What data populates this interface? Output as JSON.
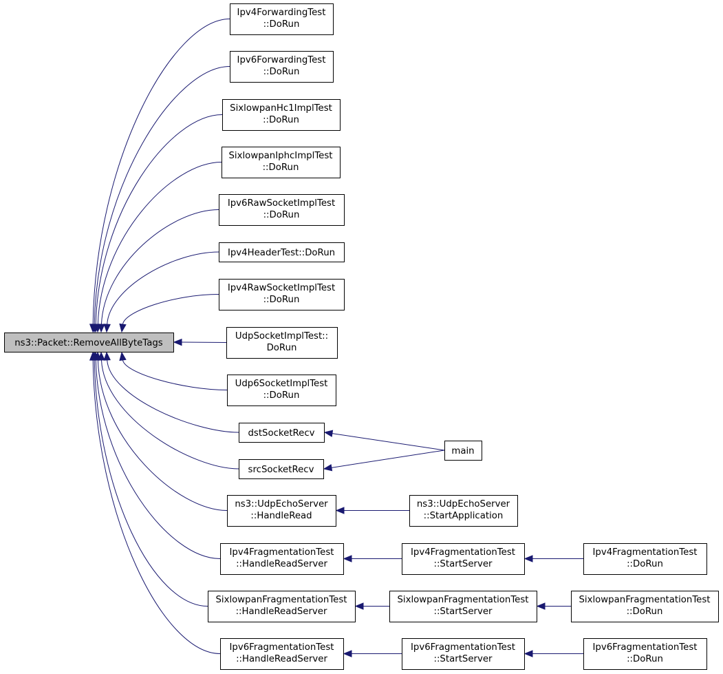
{
  "graph": {
    "nodes": [
      {
        "id": "focus",
        "lines": [
          "ns3::Packet::RemoveAllByteTags"
        ],
        "focus": true
      },
      {
        "id": "ipv4fwd",
        "lines": [
          "Ipv4ForwardingTest",
          "::DoRun"
        ]
      },
      {
        "id": "ipv6fwd",
        "lines": [
          "Ipv6ForwardingTest",
          "::DoRun"
        ]
      },
      {
        "id": "sixhc1",
        "lines": [
          "SixlowpanHc1ImplTest",
          "::DoRun"
        ]
      },
      {
        "id": "sixiphc",
        "lines": [
          "SixlowpanIphcImplTest",
          "::DoRun"
        ]
      },
      {
        "id": "ipv6raw",
        "lines": [
          "Ipv6RawSocketImplTest",
          "::DoRun"
        ]
      },
      {
        "id": "ipv4hdr",
        "lines": [
          "Ipv4HeaderTest::DoRun"
        ]
      },
      {
        "id": "ipv4raw",
        "lines": [
          "Ipv4RawSocketImplTest",
          "::DoRun"
        ]
      },
      {
        "id": "udpsock",
        "lines": [
          "UdpSocketImplTest::",
          "DoRun"
        ]
      },
      {
        "id": "udp6sock",
        "lines": [
          "Udp6SocketImplTest",
          "::DoRun"
        ]
      },
      {
        "id": "dstrecv",
        "lines": [
          "dstSocketRecv"
        ]
      },
      {
        "id": "srcrecv",
        "lines": [
          "srcSocketRecv"
        ]
      },
      {
        "id": "main",
        "lines": [
          "main"
        ]
      },
      {
        "id": "echoread",
        "lines": [
          "ns3::UdpEchoServer",
          "::HandleRead"
        ]
      },
      {
        "id": "echostart",
        "lines": [
          "ns3::UdpEchoServer",
          "::StartApplication"
        ]
      },
      {
        "id": "ipv4frag_h",
        "lines": [
          "Ipv4FragmentationTest",
          "::HandleReadServer"
        ]
      },
      {
        "id": "ipv4frag_s",
        "lines": [
          "Ipv4FragmentationTest",
          "::StartServer"
        ]
      },
      {
        "id": "ipv4frag_r",
        "lines": [
          "Ipv4FragmentationTest",
          "::DoRun"
        ]
      },
      {
        "id": "sixfrag_h",
        "lines": [
          "SixlowpanFragmentationTest",
          "::HandleReadServer"
        ]
      },
      {
        "id": "sixfrag_s",
        "lines": [
          "SixlowpanFragmentationTest",
          "::StartServer"
        ]
      },
      {
        "id": "sixfrag_r",
        "lines": [
          "SixlowpanFragmentationTest",
          "::DoRun"
        ]
      },
      {
        "id": "ipv6frag_h",
        "lines": [
          "Ipv6FragmentationTest",
          "::HandleReadServer"
        ]
      },
      {
        "id": "ipv6frag_s",
        "lines": [
          "Ipv6FragmentationTest",
          "::StartServer"
        ]
      },
      {
        "id": "ipv6frag_r",
        "lines": [
          "Ipv6FragmentationTest",
          "::DoRun"
        ]
      }
    ],
    "edges": [
      {
        "from": "ipv4fwd",
        "to": "focus"
      },
      {
        "from": "ipv6fwd",
        "to": "focus"
      },
      {
        "from": "sixhc1",
        "to": "focus"
      },
      {
        "from": "sixiphc",
        "to": "focus"
      },
      {
        "from": "ipv6raw",
        "to": "focus"
      },
      {
        "from": "ipv4hdr",
        "to": "focus"
      },
      {
        "from": "ipv4raw",
        "to": "focus"
      },
      {
        "from": "udpsock",
        "to": "focus"
      },
      {
        "from": "udp6sock",
        "to": "focus"
      },
      {
        "from": "dstrecv",
        "to": "focus"
      },
      {
        "from": "srcrecv",
        "to": "focus"
      },
      {
        "from": "echoread",
        "to": "focus"
      },
      {
        "from": "ipv4frag_h",
        "to": "focus"
      },
      {
        "from": "sixfrag_h",
        "to": "focus"
      },
      {
        "from": "ipv6frag_h",
        "to": "focus"
      },
      {
        "from": "main",
        "to": "dstrecv"
      },
      {
        "from": "main",
        "to": "srcrecv"
      },
      {
        "from": "echostart",
        "to": "echoread"
      },
      {
        "from": "ipv4frag_s",
        "to": "ipv4frag_h"
      },
      {
        "from": "ipv4frag_r",
        "to": "ipv4frag_s"
      },
      {
        "from": "sixfrag_s",
        "to": "sixfrag_h"
      },
      {
        "from": "sixfrag_r",
        "to": "sixfrag_s"
      },
      {
        "from": "ipv6frag_s",
        "to": "ipv6frag_h"
      },
      {
        "from": "ipv6frag_r",
        "to": "ipv6frag_s"
      }
    ],
    "colors": {
      "edge": "#191970",
      "focus_fill": "#bfbfbf",
      "node_border": "#000000"
    }
  }
}
